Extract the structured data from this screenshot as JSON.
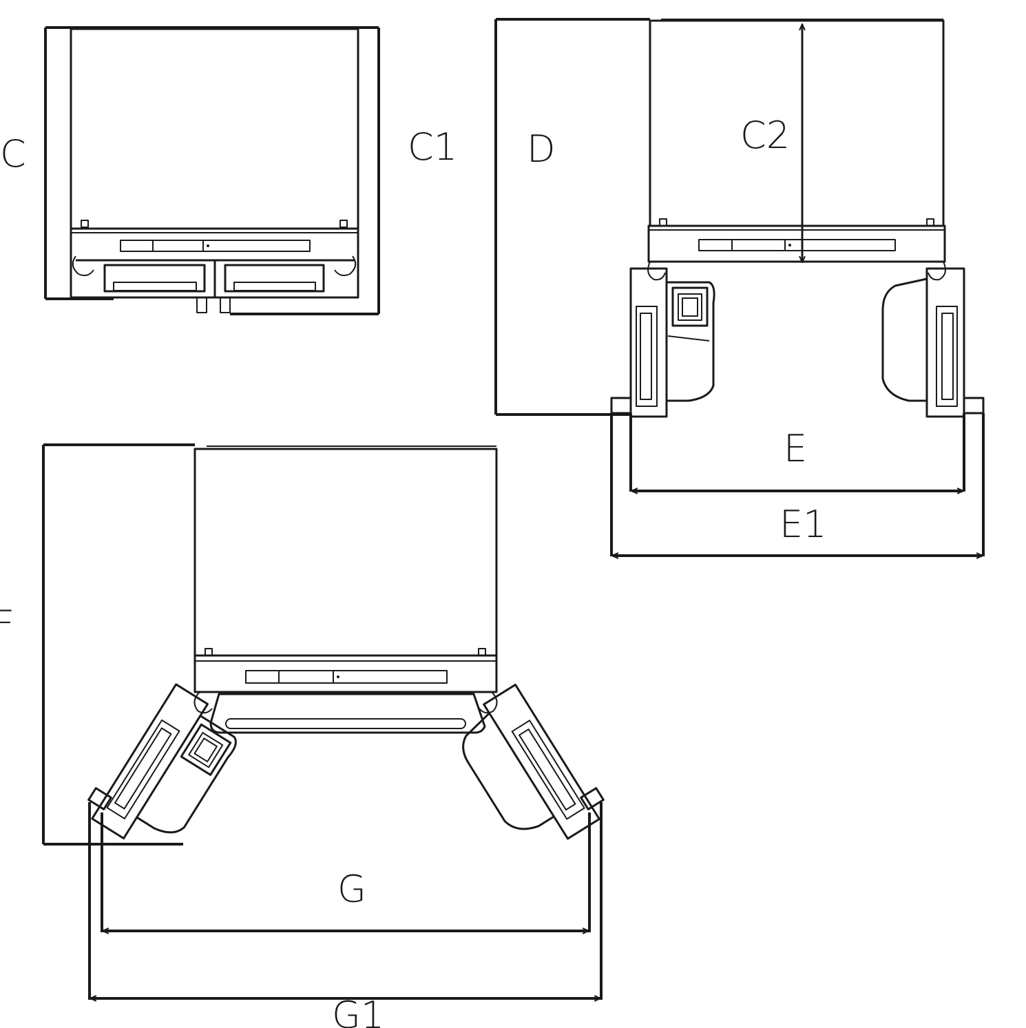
{
  "diagram": {
    "labels": {
      "c": "C",
      "c1": "C1",
      "c2": "C2",
      "d": "D",
      "e": "E",
      "e1": "E1",
      "f": "F",
      "g": "G",
      "g1": "G1"
    }
  }
}
